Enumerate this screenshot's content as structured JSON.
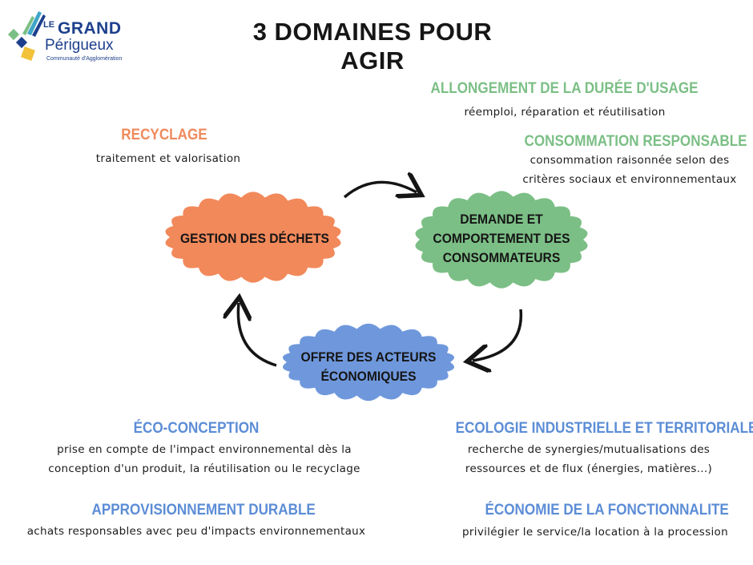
{
  "logo": {
    "line1": "LE",
    "line2": "GRAND",
    "line3": "Périgueux",
    "subtitle": "Communauté d'Agglomération"
  },
  "title": "3 DOMAINES POUR AGIR",
  "colors": {
    "orange": "#f2895b",
    "green": "#7cbf86",
    "blue": "#6f98dc",
    "text": "#161616"
  },
  "nodes": {
    "waste": "GESTION DES DÉCHETS",
    "demand": [
      "DEMANDE ET",
      "COMPORTEMENT DES",
      "CONSOMMATEURS"
    ],
    "offer": [
      "OFFRE DES ACTEURS",
      "ÉCONOMIQUES"
    ]
  },
  "pillars": {
    "recycling": {
      "title": "RECYCLAGE",
      "desc": "traitement et valorisation"
    },
    "usage": {
      "title": "ALLONGEMENT DE LA DURÉE D'USAGE",
      "desc": "réemploi, réparation et réutilisation"
    },
    "consumption": {
      "title": "CONSOMMATION RESPONSABLE",
      "desc": [
        "consommation raisonnée selon des",
        "critères sociaux et environnementaux"
      ]
    },
    "ecodesign": {
      "title": "ÉCO-CONCEPTION",
      "desc": [
        "prise en compte de l'impact environnemental dès la",
        "conception d'un produit, la réutilisation ou le recyclage"
      ]
    },
    "ecology": {
      "title": "ECOLOGIE INDUSTRIELLE ET TERRITORIALE",
      "desc": [
        "recherche de synergies/mutualisations des",
        "ressources et de flux (énergies, matières...)"
      ]
    },
    "supply": {
      "title": "APPROVISIONNEMENT DURABLE",
      "desc": "achats responsables avec peu d'impacts environnementaux"
    },
    "functional": {
      "title": "ÉCONOMIE DE LA FONCTIONNALITE",
      "desc": "privilégier le service/la location à la procession"
    }
  }
}
